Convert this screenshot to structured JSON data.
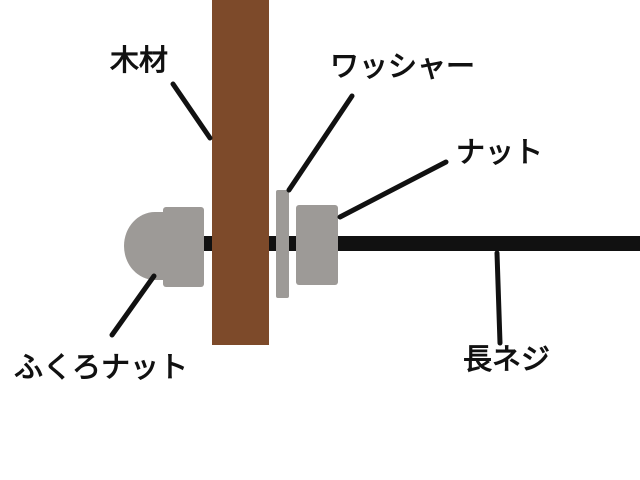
{
  "labels": {
    "wood": "木材",
    "washer": "ワッシャー",
    "nut": "ナット",
    "cap_nut": "ふくろナット",
    "long_screw": "長ネジ"
  },
  "colors": {
    "wood": "#7d4a2a",
    "metal": "#9d9a97",
    "rod": "#111111",
    "leader": "#111111",
    "background": "#ffffff"
  }
}
